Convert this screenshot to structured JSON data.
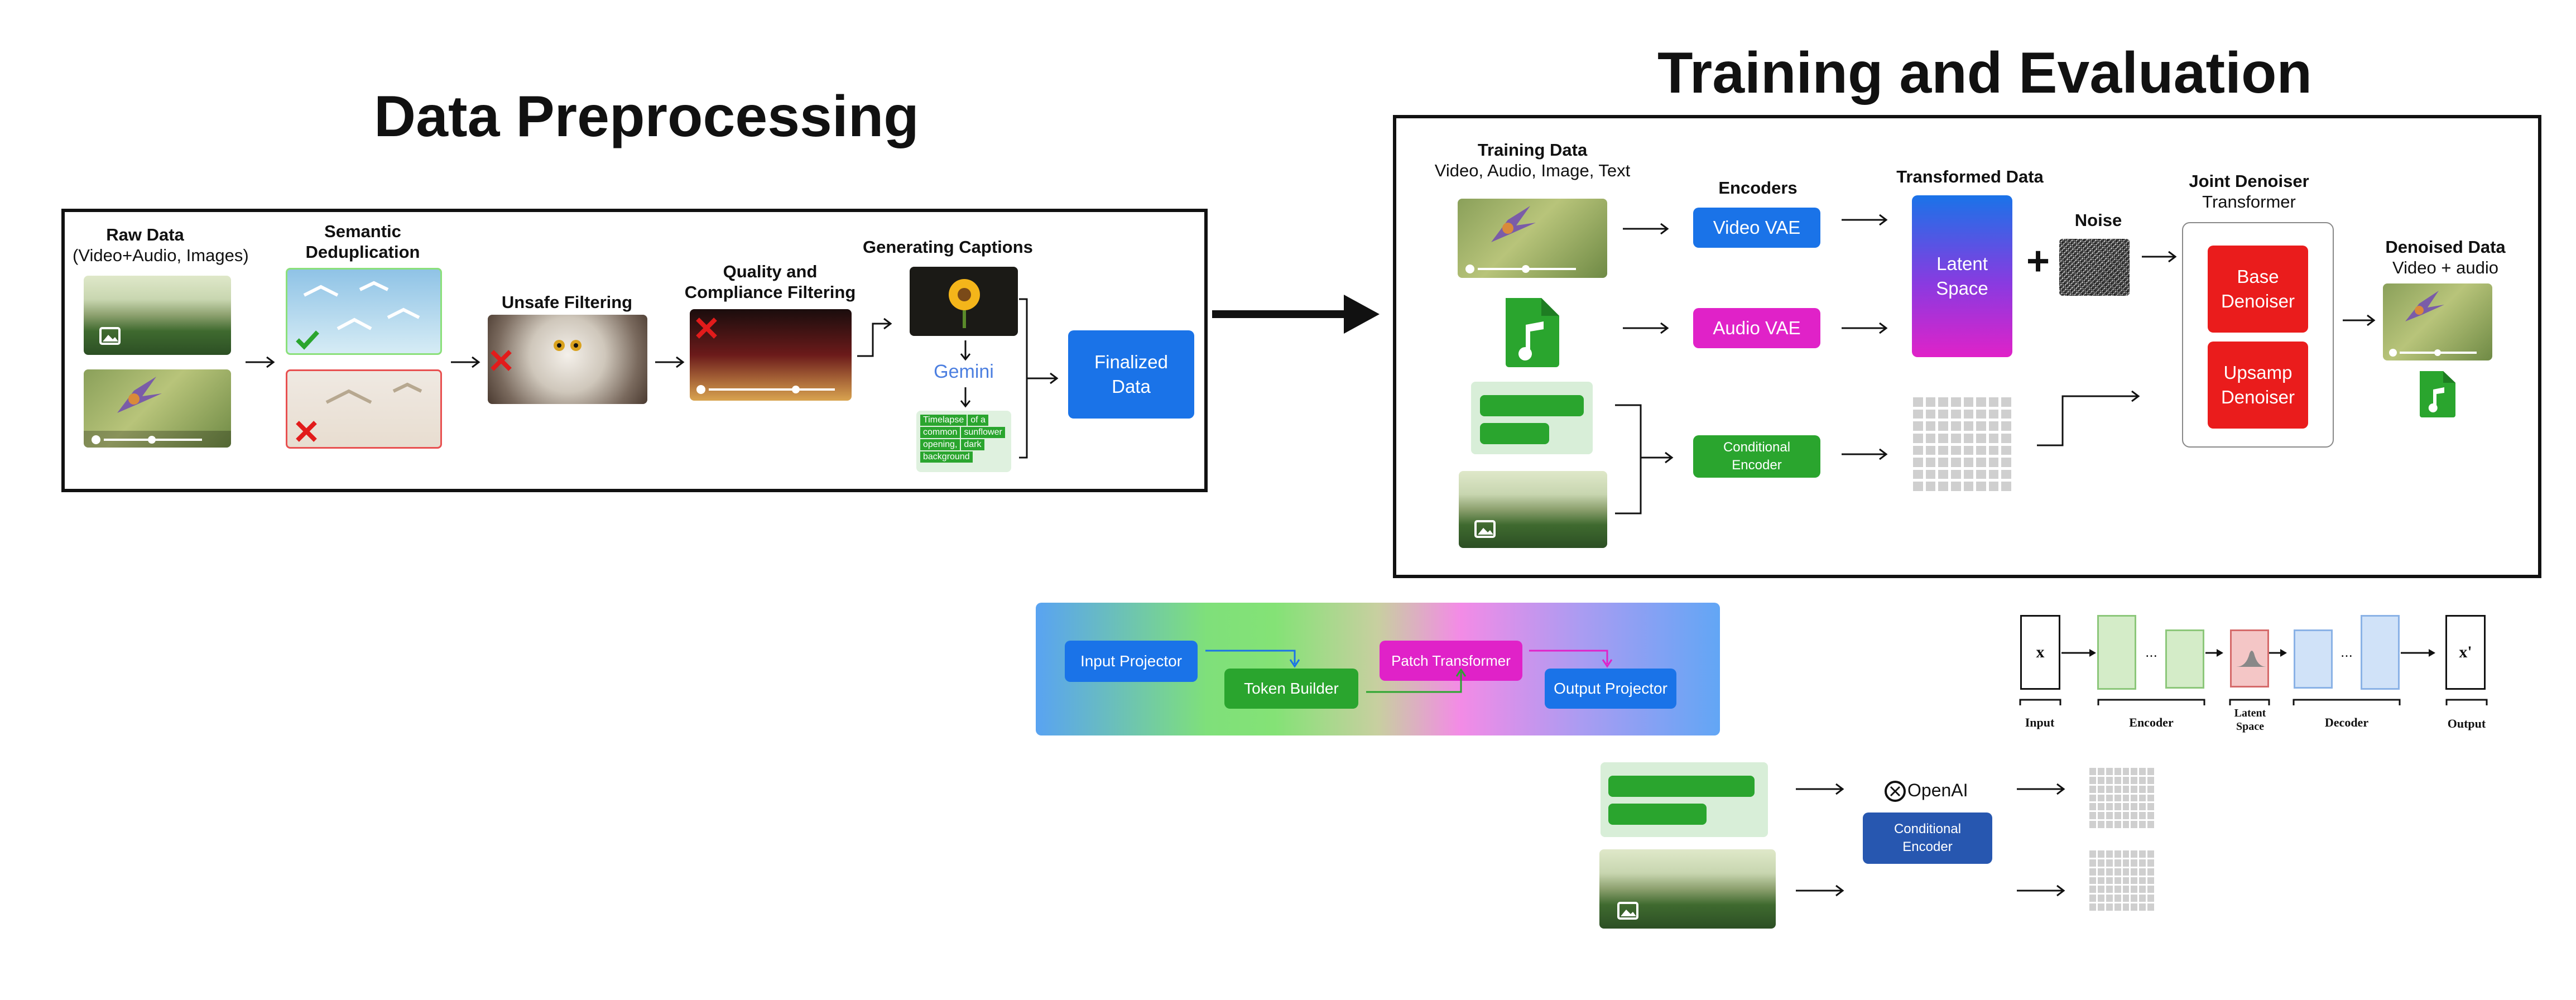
{
  "left_title": "Data Preprocessing",
  "right_title": "Training and Evaluation",
  "preprocessing": {
    "raw_data": {
      "title": "Raw Data",
      "subtitle": "(Video+Audio, Images)"
    },
    "semantic_dedup": {
      "title_line1": "Semantic",
      "title_line2": "Deduplication"
    },
    "unsafe_filtering": {
      "title": "Unsafe Filtering"
    },
    "quality_filtering": {
      "title_line1": "Quality and",
      "title_line2": "Compliance Filtering"
    },
    "generating_captions": {
      "title": "Generating Captions",
      "gemini_label": "Gemini",
      "caption_words": [
        "Timelapse",
        "of a",
        "common",
        "sunflower",
        "opening,",
        "dark",
        "background"
      ]
    },
    "finalized_line1": "Finalized",
    "finalized_line2": "Data"
  },
  "training": {
    "training_data": {
      "title": "Training Data",
      "subtitle": "Video, Audio, Image, Text"
    },
    "encoders_title": "Encoders",
    "video_vae": "Video VAE",
    "audio_vae": "Audio VAE",
    "cond_encoder_line1": "Conditional",
    "cond_encoder_line2": "Encoder",
    "transformed_title": "Transformed Data",
    "latent_line1": "Latent",
    "latent_line2": "Space",
    "plus": "+",
    "noise_title": "Noise",
    "joint_denoiser": {
      "title": "Joint Denoiser",
      "subtitle": "Transformer"
    },
    "base_line1": "Base",
    "base_line2": "Denoiser",
    "upsamp_line1": "Upsamp",
    "upsamp_line2": "Denoiser",
    "denoised": {
      "title": "Denoised Data",
      "subtitle": "Video + audio"
    }
  },
  "projector_panel": {
    "input_projector": "Input Projector",
    "token_builder": "Token Builder",
    "patch_transformer": "Patch Transformer",
    "output_projector": "Output Projector"
  },
  "autoencoder": {
    "x_label": "x",
    "x_prime_label": "x'",
    "dots": "...",
    "input": "Input",
    "encoder": "Encoder",
    "latent_line1": "Latent",
    "latent_line2": "Space",
    "decoder": "Decoder",
    "output": "Output"
  },
  "openai_section": {
    "brand": "OpenAI",
    "cond_line1": "Conditional",
    "cond_line2": "Encoder"
  },
  "colors": {
    "blue": "#1a73e8",
    "magenta": "#e022c8",
    "green": "#2aa52e",
    "red": "#ea1c1c",
    "latent_gradient": [
      "#1a73e8",
      "#e022c8"
    ]
  }
}
